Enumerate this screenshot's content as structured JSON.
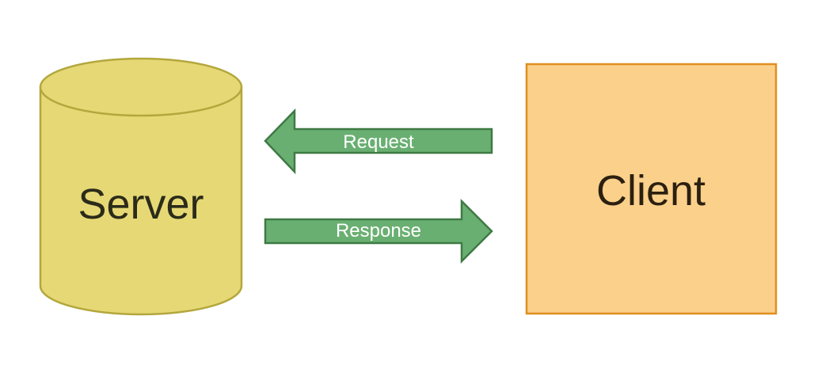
{
  "server": {
    "label": "Server",
    "fill": "#e6d874",
    "stroke": "#b3a73d",
    "text_color": "#2b2b1a"
  },
  "client": {
    "label": "Client",
    "fill": "#fbd08a",
    "stroke": "#df8f1f",
    "text_color": "#2b2010"
  },
  "request_arrow": {
    "label": "Request",
    "direction": "left",
    "fill": "#6aaf72",
    "stroke": "#3f7a45",
    "text_color": "#ffffff"
  },
  "response_arrow": {
    "label": "Response",
    "direction": "right",
    "fill": "#6aaf72",
    "stroke": "#3f7a45",
    "text_color": "#ffffff"
  }
}
